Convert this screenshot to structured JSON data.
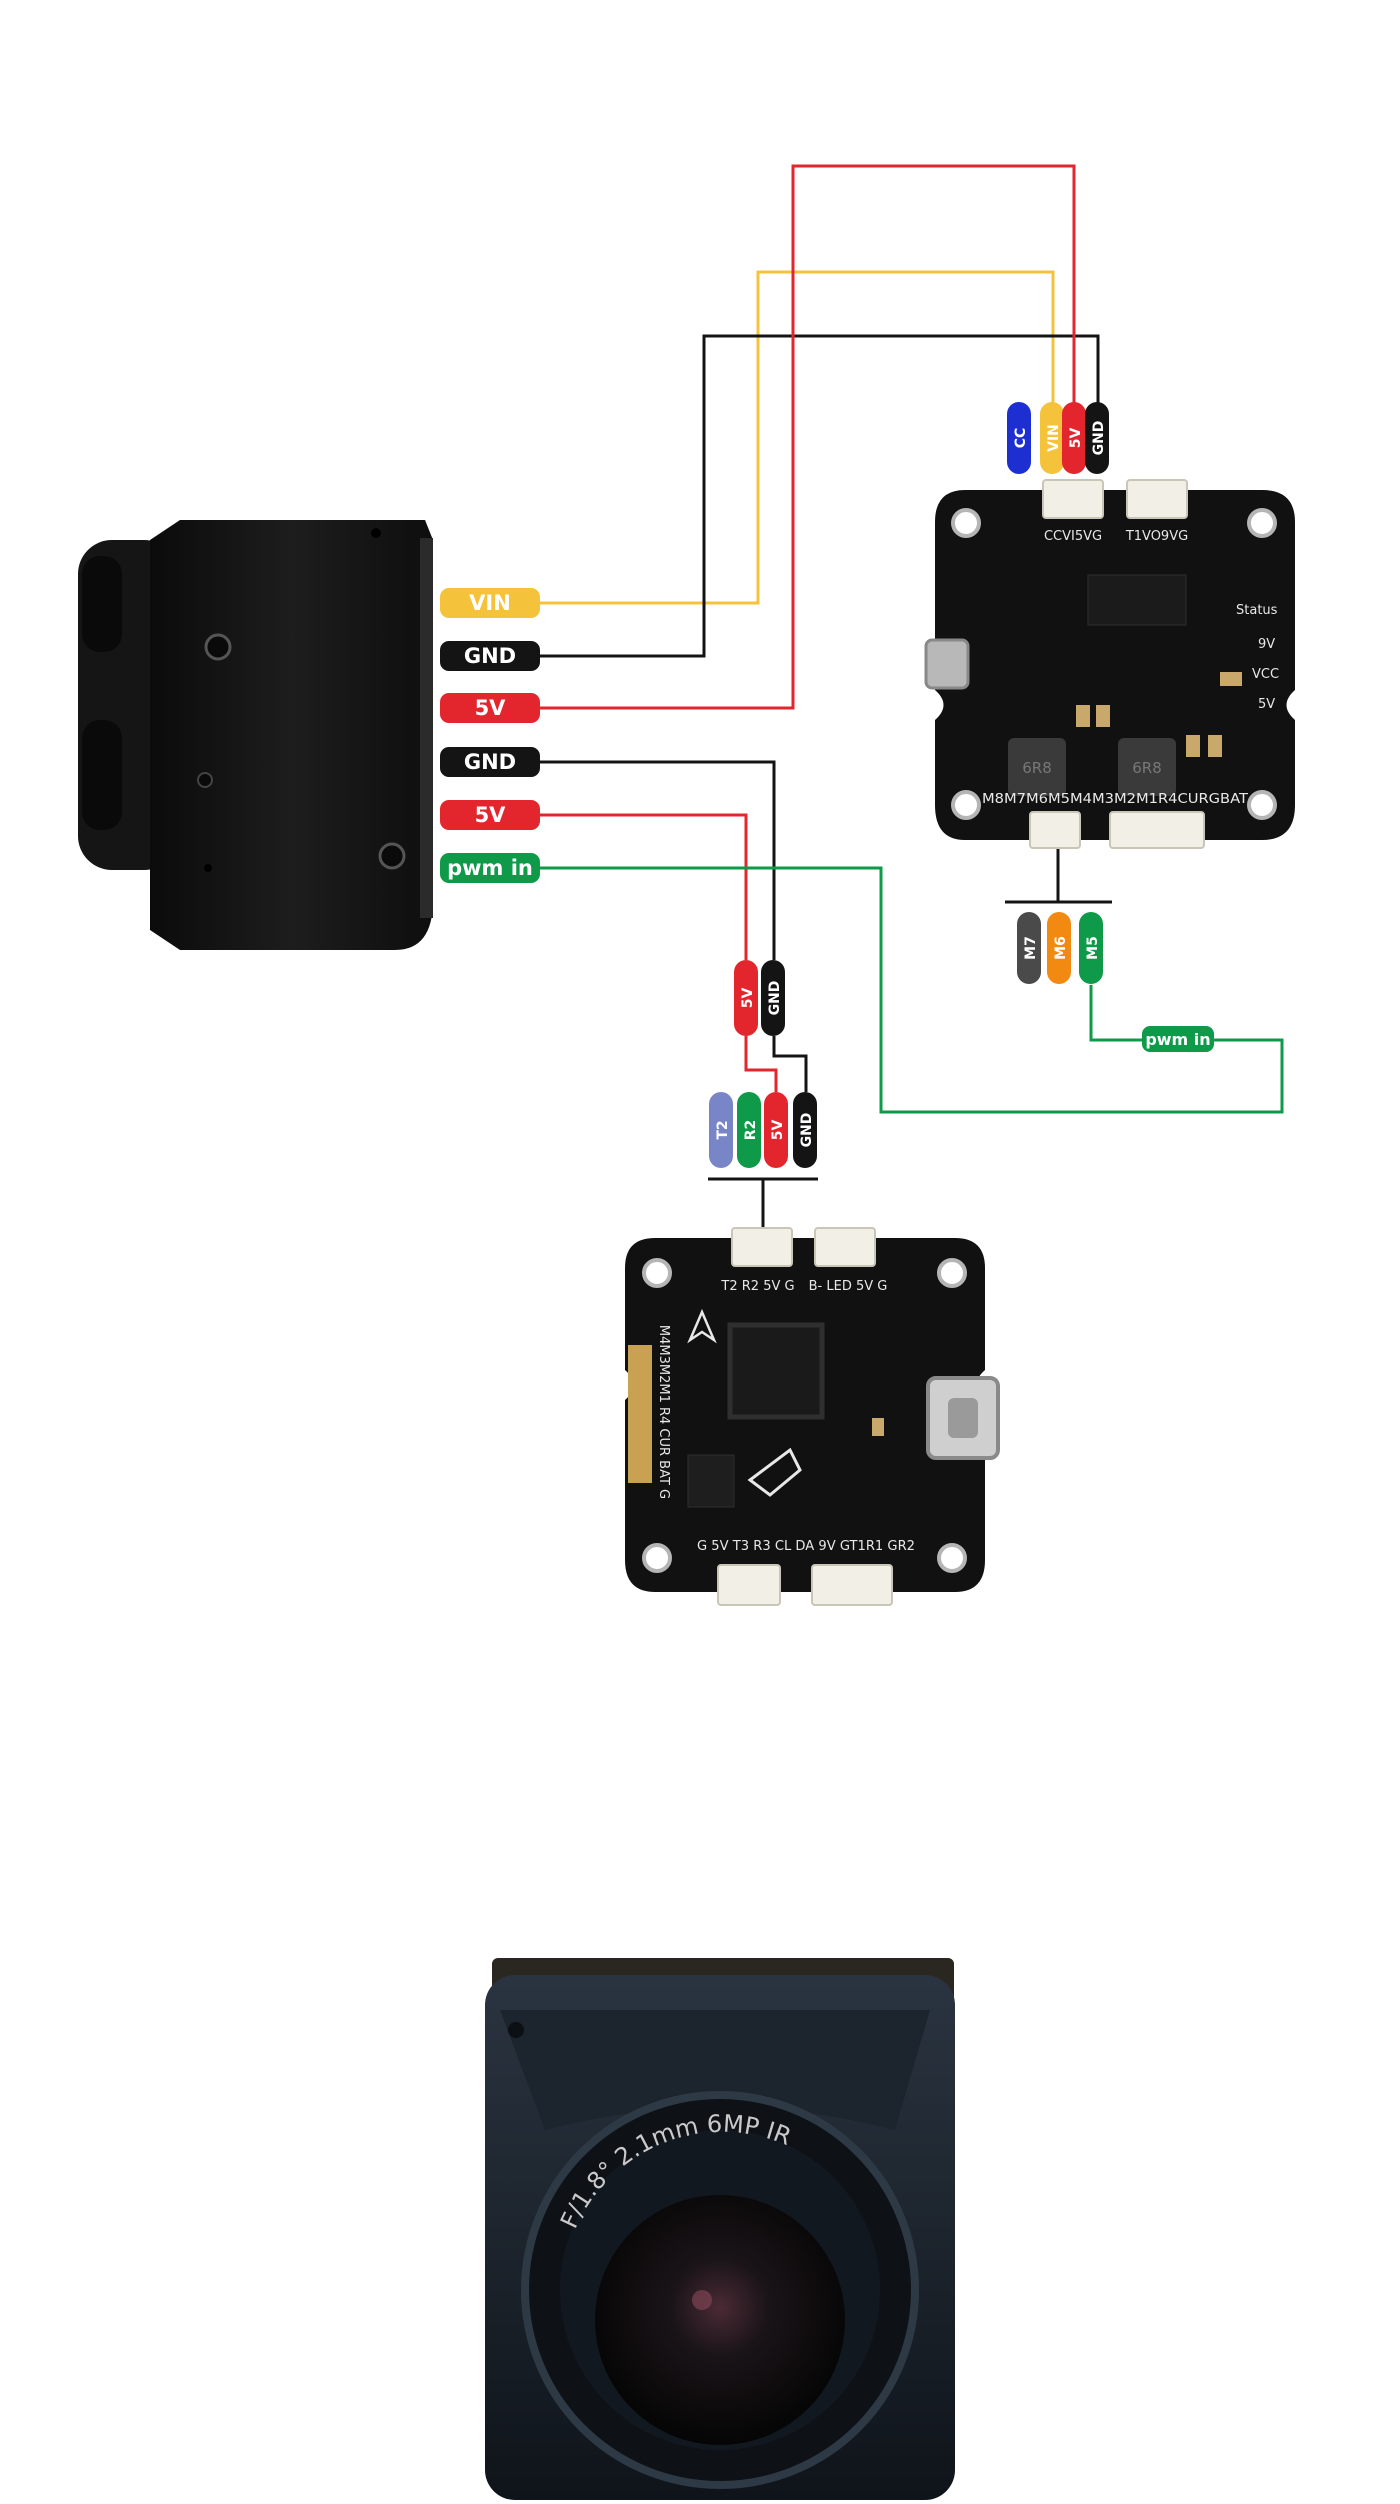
{
  "colors": {
    "red": "#e3262d",
    "yellow": "#f5c33b",
    "black": "#141414",
    "green": "#0e9a49",
    "blue": "#1d2fd1",
    "orange": "#f28a12",
    "gray": "#4a4a4a",
    "lavender": "#7886c8",
    "board": "#111111",
    "silk": "#e8e8e8"
  },
  "camera_labels": {
    "vin": "VIN",
    "gnd1": "GND",
    "v5a": "5V",
    "gnd2": "GND",
    "v5b": "5V",
    "pwm": "pwm in"
  },
  "pdb": {
    "top_connector_pins": [
      "CC",
      "VIN",
      "5V",
      "GND"
    ],
    "bottom_connector_pins": [
      "M7",
      "M6",
      "M5"
    ],
    "silkscreen": {
      "left_top": "CCVI5VG",
      "right_top": "T1VO9VG",
      "bottom": "M8M7M6M5M4M3M2M1R4CURGBAT",
      "status": "Status",
      "v9": "9V",
      "vcc": "VCC",
      "v5": "5V",
      "ind1": "6R8",
      "ind2": "6R8"
    },
    "pwm_label": "pwm in"
  },
  "fc": {
    "pigtail_pins": [
      "5V",
      "GND"
    ],
    "connector_pins": [
      "T2",
      "R2",
      "5V",
      "GND"
    ],
    "silkscreen": {
      "top_left": "T2 R2 5V G",
      "top_right": "B- LED 5V G",
      "side": "M4M3M2M1 R4 CUR BAT G",
      "bottom": "G 5V T3 R3 CL DA  9V GT1R1 GR2"
    }
  },
  "lens": {
    "ring_text": "F/1.8° 2.1mm 6MP IR"
  }
}
